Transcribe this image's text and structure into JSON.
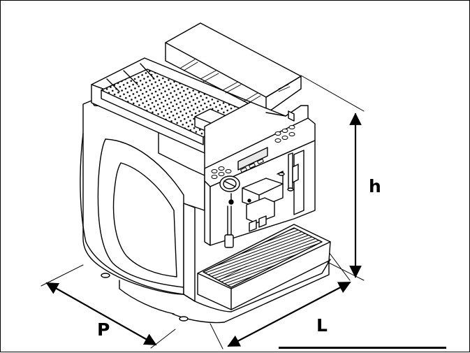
{
  "dimensions": {
    "height_label": "h",
    "depth_label": "P",
    "width_label": "L"
  },
  "colors": {
    "stroke": "#000000",
    "background": "#ffffff",
    "screen": "#e8e8e8"
  }
}
